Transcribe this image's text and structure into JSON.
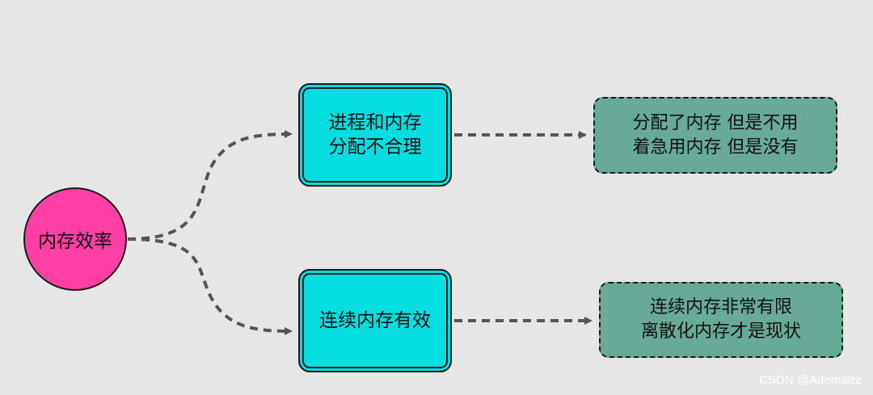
{
  "diagram": {
    "root": {
      "label": "内存效率",
      "color": "#ff3fa4"
    },
    "branches": [
      {
        "node_lines": [
          "进程和内存",
          "分配不合理"
        ],
        "note_lines": [
          "分配了内存 但是不用",
          "着急用内存 但是没有"
        ]
      },
      {
        "node_lines": [
          "连续内存有效"
        ],
        "note_lines": [
          "连续内存非常有限",
          "离散化内存才是现状"
        ]
      }
    ],
    "colors": {
      "background": "#e6e6e6",
      "node_fill": "#05dde0",
      "note_fill": "#67aa97",
      "connector": "#555555"
    }
  },
  "watermark": "CSDN @Adenialzz"
}
